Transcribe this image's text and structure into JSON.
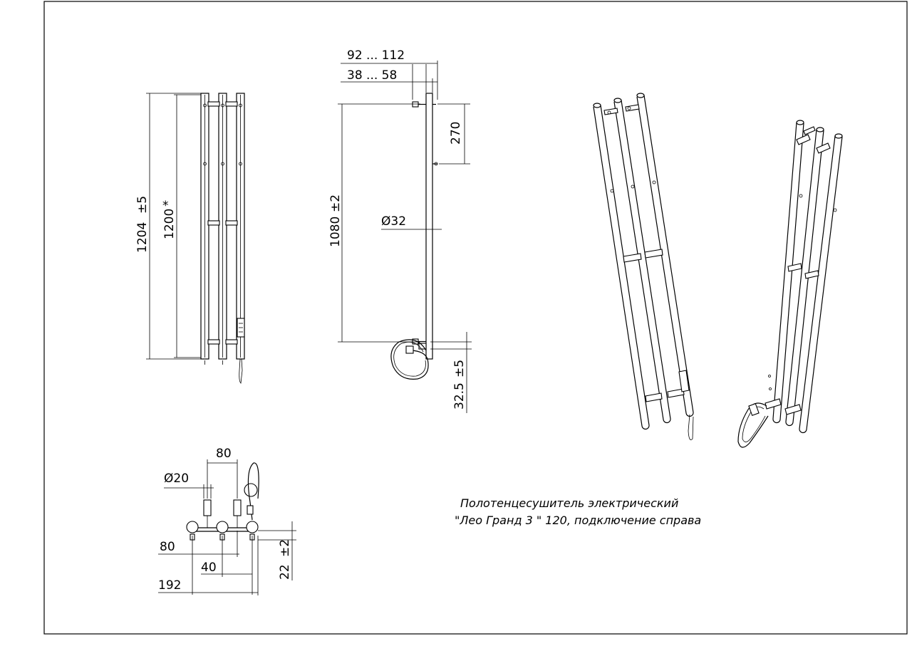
{
  "title": {
    "line1": "Полотенцесушитель электрический",
    "line2": "\"Лео Гранд 3 \" 120, подключение справа"
  },
  "front_view": {
    "dim_overall": "1204",
    "dim_overall_tol": "±5",
    "dim_nominal": "1200",
    "dim_nominal_mark": "*"
  },
  "side_view": {
    "dim_wall_max": "92 ... 112",
    "dim_wall_min": "38 ... 58",
    "dim_mount_spacing": "1080",
    "dim_mount_spacing_tol": "±2",
    "dim_top_mount": "270",
    "dim_pipe_diameter": "Ø32",
    "dim_bottom": "32.5",
    "dim_bottom_tol": "±5"
  },
  "top_view": {
    "dim_mount_offset": "80",
    "dim_mount_diameter": "Ø20",
    "dim_depth": "80",
    "dim_center": "40",
    "dim_width": "192",
    "dim_height": "22",
    "dim_height_tol": "±2"
  },
  "colors": {
    "line": "#000000",
    "background": "#ffffff"
  }
}
